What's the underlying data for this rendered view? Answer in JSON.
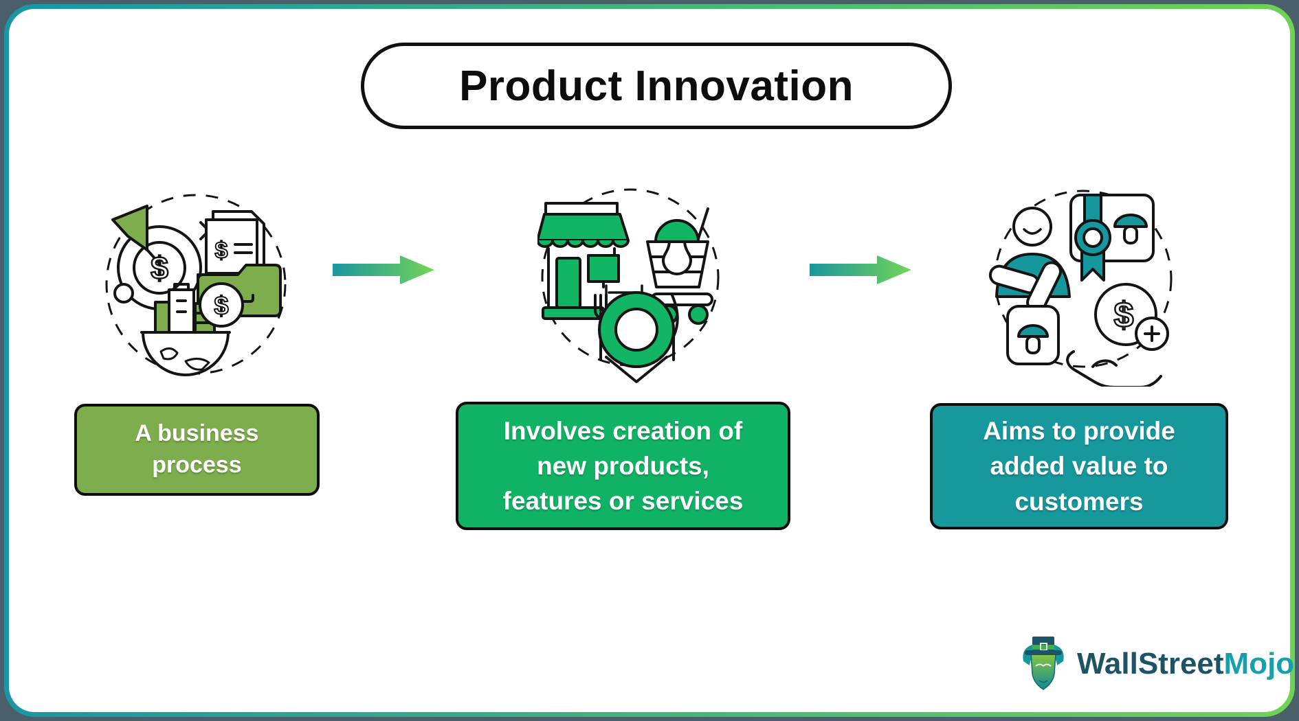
{
  "css_vars": {
    "--page-bg": "#4b5f6b",
    "--card-bg": "#ffffff",
    "--frame-start": "#1996a4",
    "--frame-end": "#6ed355",
    "--ink": "#111111",
    "--accent-1": "#7dad4c",
    "--accent-2": "#12b564",
    "--accent-3": "#16979e",
    "--box-1": "#7dad4c",
    "--box-2": "#10b365",
    "--box-3": "#16989d",
    "--arrow-start": "#1b96a0",
    "--arrow-end": "#72d456",
    "--logo-dark": "#1d5465",
    "--logo-teal": "#16a0ac",
    "--box-text": "#ffffff"
  },
  "title": {
    "text": "Product Innovation"
  },
  "steps": [
    {
      "label": "A business\nprocess",
      "icon": "business-process-icon"
    },
    {
      "label": "Involves creation of\nnew products,\nfeatures or services",
      "icon": "new-products-icon"
    },
    {
      "label": "Aims to provide\nadded value to\ncustomers",
      "icon": "added-value-icon"
    }
  ],
  "glyphs": {
    "dollar": "$"
  },
  "logo": {
    "brand_first": "WallStreet",
    "brand_second": "Mojo",
    "icon": "bull-mascot-icon"
  }
}
